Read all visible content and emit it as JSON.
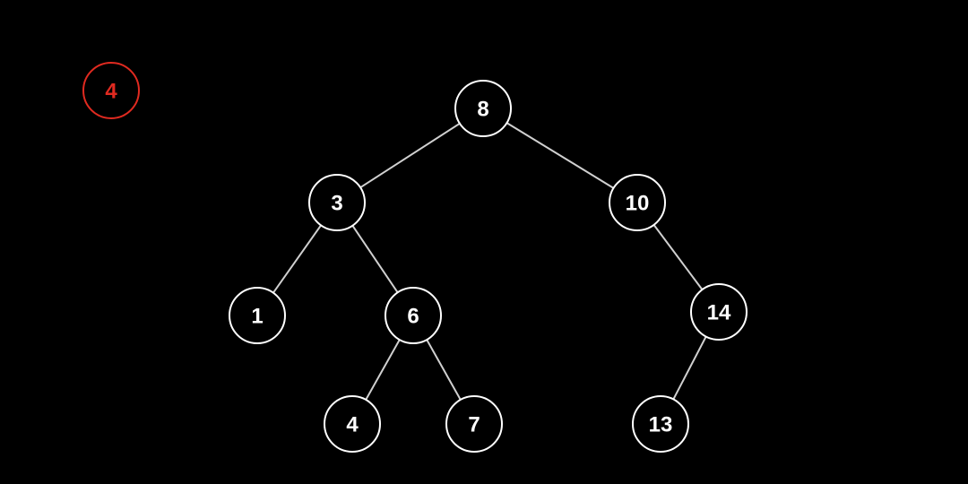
{
  "colors": {
    "background": "#000000",
    "node_stroke": "#ffffff",
    "node_text": "#ffffff",
    "edge": "#d0d0d0",
    "highlight": "#e02a20"
  },
  "search_key": {
    "label": "4"
  },
  "tree": {
    "nodes": [
      {
        "id": "n8",
        "label": "8"
      },
      {
        "id": "n3",
        "label": "3"
      },
      {
        "id": "n10",
        "label": "10"
      },
      {
        "id": "n1",
        "label": "1"
      },
      {
        "id": "n6",
        "label": "6"
      },
      {
        "id": "n14",
        "label": "14"
      },
      {
        "id": "n4",
        "label": "4"
      },
      {
        "id": "n7",
        "label": "7"
      },
      {
        "id": "n13",
        "label": "13"
      }
    ],
    "edges": [
      [
        "n8",
        "n3"
      ],
      [
        "n8",
        "n10"
      ],
      [
        "n3",
        "n1"
      ],
      [
        "n3",
        "n6"
      ],
      [
        "n10",
        "n14"
      ],
      [
        "n6",
        "n4"
      ],
      [
        "n6",
        "n7"
      ],
      [
        "n14",
        "n13"
      ]
    ]
  }
}
